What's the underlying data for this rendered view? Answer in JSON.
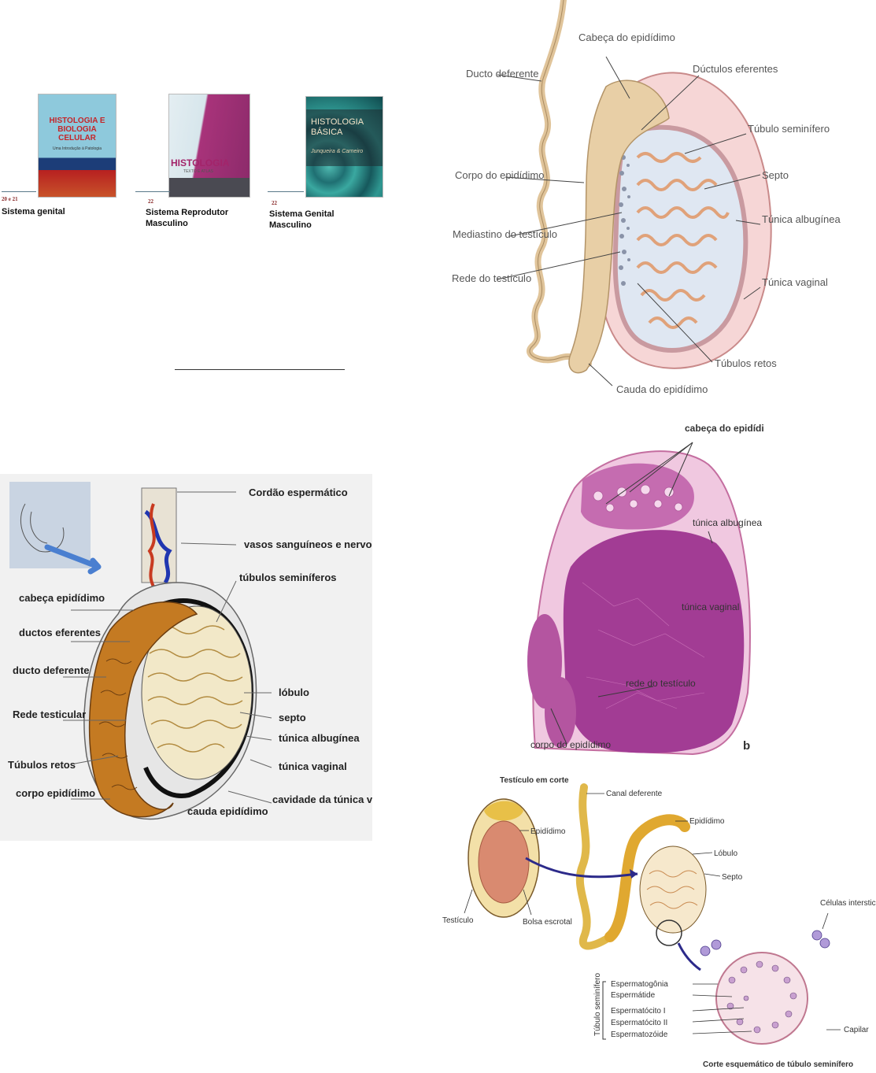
{
  "books": [
    {
      "cover_title": "HISTOLOGIA E BIOLOGIA CELULAR",
      "cover_subtitle": "Uma Introdução à Patologia",
      "chapter": "20 e 21",
      "subject": "Sistema genital"
    },
    {
      "cover_title": "HISTOLOGIA",
      "cover_subtitle": "TEXTO E ATLAS",
      "chapter": "22",
      "subject": "Sistema Reprodutor Masculino"
    },
    {
      "cover_title": "HISTOLOGIA BÁSICA",
      "cover_subtitle": "Junqueira & Carneiro",
      "chapter": "22",
      "subject": "Sistema Genital Masculino"
    }
  ],
  "figure1": {
    "labels": {
      "ducto_deferente": "Ducto deferente",
      "cabeca_epididimo": "Cabeça do epidídimo",
      "ductulos_eferentes": "Dúctulos eferentes",
      "tubulo_seminifero": "Túbulo seminífero",
      "corpo_epididimo": "Corpo do epidídimo",
      "septo": "Septo",
      "tunica_albuginea": "Túnica albugínea",
      "mediastino": "Mediastino do testículo",
      "rede_testiculo": "Rede do testículo",
      "tunica_vaginal": "Túnica vaginal",
      "tubulos_retos": "Túbulos retos",
      "cauda_epididimo": "Cauda do epidídimo"
    }
  },
  "figure2": {
    "labels": {
      "cordao": "Cordão espermático",
      "vasos": "vasos sanguíneos e nervos",
      "tubulos_seminiferos": "túbulos seminíferos",
      "cabeca": "cabeça epidídimo",
      "ductos": "ductos eferentes",
      "ducto_deferente": "ducto deferente",
      "rede": "Rede testicular",
      "tubulos_retos": "Túbulos retos",
      "corpo": "corpo epidídimo",
      "cauda": "cauda epidídimo",
      "lobulo": "lóbulo",
      "septo": "septo",
      "tunica_albuginea": "túnica albugínea",
      "tunica_vaginal": "túnica vaginal",
      "cavidade": "cavidade da túnica vaginal"
    }
  },
  "figure3": {
    "labels": {
      "cabeca": "cabeça do epidídimo",
      "tunica_albuginea": "túnica albugínea",
      "tunica_vaginal": "túnica vaginal",
      "rede": "rede do testículo",
      "corpo": "corpo do epidídimo",
      "panel": "b"
    }
  },
  "figure4": {
    "labels": {
      "title": "Testículo em corte",
      "canal": "Canal deferente",
      "epididimo_a": "Epidídimo",
      "epididimo_b": "Epidídimo",
      "lobulo": "Lóbulo",
      "septo": "Septo",
      "testiculo": "Testículo",
      "bolsa": "Bolsa escrotal",
      "celulas": "Células intersticiais",
      "espermatogonia": "Espermatogônia",
      "espermatide": "Espermátide",
      "espermatocito1": "Espermatócito I",
      "espermatocito2": "Espermatócito II",
      "espermatozoide": "Espermatozóide",
      "tubulo_vertical": "Túbulo seminífero",
      "capilar": "Capilar",
      "caption": "Corte esquemático de túbulo seminífero"
    }
  }
}
